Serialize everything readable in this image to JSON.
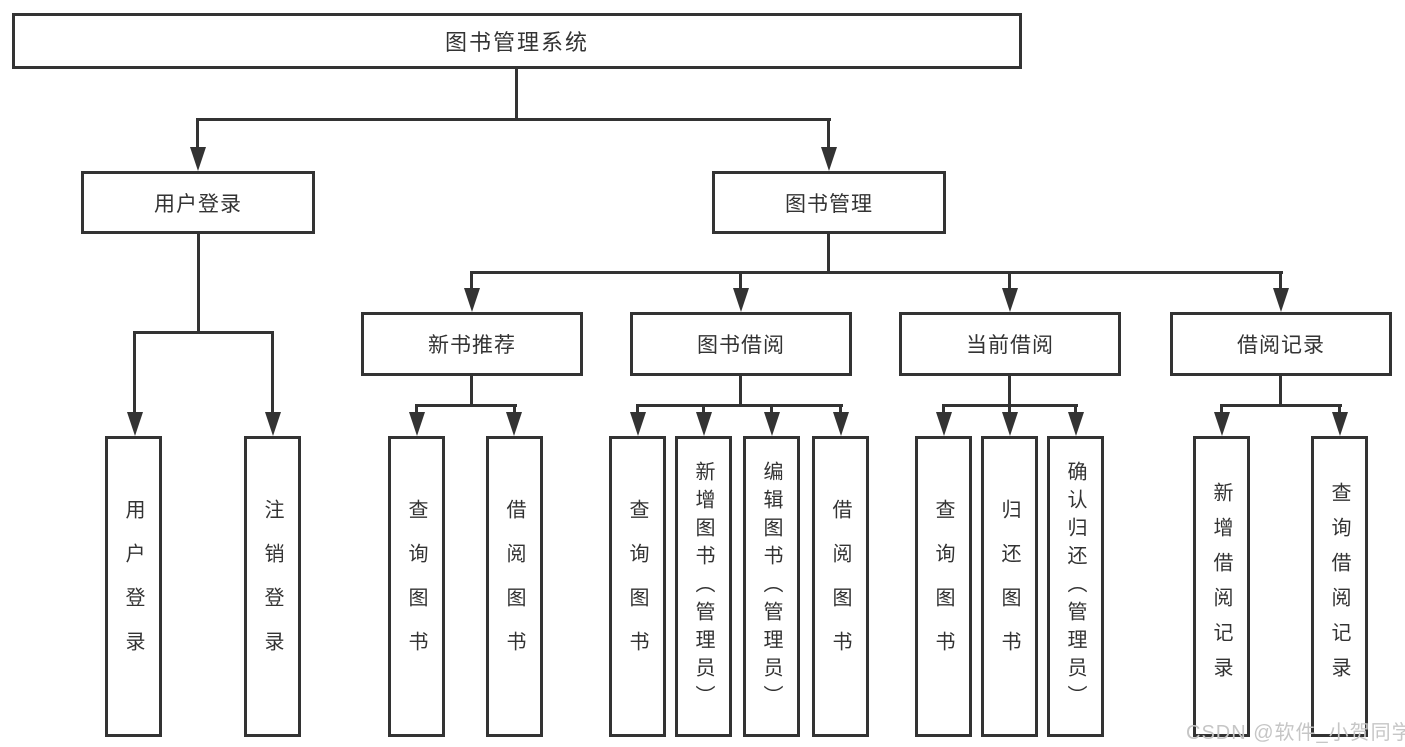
{
  "nodes": {
    "root": "图书管理系统",
    "l2": [
      "用户登录",
      "图书管理"
    ],
    "l3": [
      "新书推荐",
      "图书借阅",
      "当前借阅",
      "借阅记录"
    ],
    "leaves": [
      "用户登录",
      "注销登录",
      "查询图书",
      "借阅图书",
      "查询图书",
      "新增图书（管理员）",
      "编辑图书（管理员）",
      "借阅图书",
      "查询图书",
      "归还图书",
      "确认归还（管理员）",
      "新增借阅记录",
      "查询借阅记录"
    ]
  },
  "hierarchy": {
    "图书管理系统": [
      "用户登录",
      "图书管理"
    ],
    "用户登录": [
      "用户登录",
      "注销登录"
    ],
    "图书管理": [
      "新书推荐",
      "图书借阅",
      "当前借阅",
      "借阅记录"
    ],
    "新书推荐": [
      "查询图书",
      "借阅图书"
    ],
    "图书借阅": [
      "查询图书",
      "新增图书（管理员）",
      "编辑图书（管理员）",
      "借阅图书"
    ],
    "当前借阅": [
      "查询图书",
      "归还图书",
      "确认归还（管理员）"
    ],
    "借阅记录": [
      "新增借阅记录",
      "查询借阅记录"
    ]
  },
  "watermark": "CSDN @软件_小贺同学",
  "colors": {
    "line": "#333333",
    "text": "#333333",
    "box_background": "#ffffff",
    "page_background": "#ffffff",
    "watermark": "#c6c6c6"
  }
}
